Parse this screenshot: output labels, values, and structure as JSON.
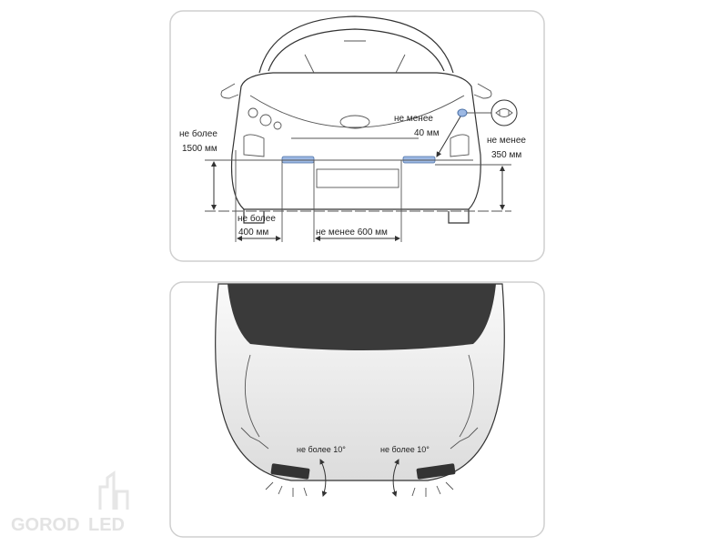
{
  "front_view": {
    "height_max_label": "не более",
    "height_max_value": "1500 мм",
    "gap_min_label": "не менее",
    "gap_min_value": "40 мм",
    "height_min_label": "не менее",
    "height_min_value": "350 мм",
    "edge_max_label": "не более",
    "edge_max_value": "400 мм",
    "spacing_min": "не менее 600 мм"
  },
  "top_view": {
    "angle_left": "не более 10°",
    "angle_right": "не более 10°"
  },
  "logo": {
    "text": "GOROD",
    "suffix": "LED"
  },
  "colors": {
    "lamp": "#9db9e4",
    "panel_border": "#cfcfcf",
    "windshield": "#3a3a3a"
  }
}
